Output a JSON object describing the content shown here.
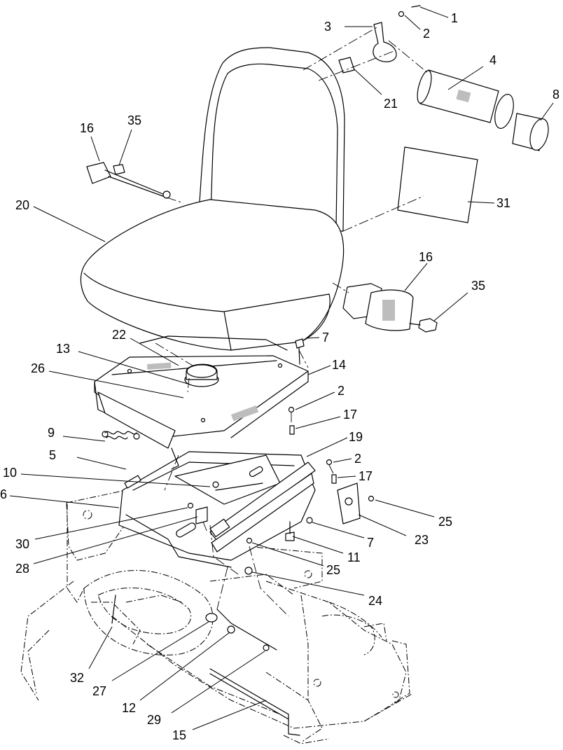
{
  "diagram": {
    "callouts": [
      {
        "id": "c1",
        "label": "1"
      },
      {
        "id": "c2a",
        "label": "2"
      },
      {
        "id": "c3",
        "label": "3"
      },
      {
        "id": "c4",
        "label": "4"
      },
      {
        "id": "c8",
        "label": "8"
      },
      {
        "id": "c21",
        "label": "21"
      },
      {
        "id": "c16a",
        "label": "16"
      },
      {
        "id": "c35a",
        "label": "35"
      },
      {
        "id": "c20",
        "label": "20"
      },
      {
        "id": "c31",
        "label": "31"
      },
      {
        "id": "c16b",
        "label": "16"
      },
      {
        "id": "c35b",
        "label": "35"
      },
      {
        "id": "c22",
        "label": "22"
      },
      {
        "id": "c7a",
        "label": "7"
      },
      {
        "id": "c13",
        "label": "13"
      },
      {
        "id": "c14",
        "label": "14"
      },
      {
        "id": "c26",
        "label": "26"
      },
      {
        "id": "c2b",
        "label": "2"
      },
      {
        "id": "c17a",
        "label": "17"
      },
      {
        "id": "c9",
        "label": "9"
      },
      {
        "id": "c19",
        "label": "19"
      },
      {
        "id": "c5",
        "label": "5"
      },
      {
        "id": "c2c",
        "label": "2"
      },
      {
        "id": "c17b",
        "label": "17"
      },
      {
        "id": "c10",
        "label": "10"
      },
      {
        "id": "c6",
        "label": "6"
      },
      {
        "id": "c25a",
        "label": "25"
      },
      {
        "id": "c30",
        "label": "30"
      },
      {
        "id": "c7b",
        "label": "7"
      },
      {
        "id": "c23",
        "label": "23"
      },
      {
        "id": "c28",
        "label": "28"
      },
      {
        "id": "c11",
        "label": "11"
      },
      {
        "id": "c25b",
        "label": "25"
      },
      {
        "id": "c24",
        "label": "24"
      },
      {
        "id": "c32",
        "label": "32"
      },
      {
        "id": "c27",
        "label": "27"
      },
      {
        "id": "c12",
        "label": "12"
      },
      {
        "id": "c29",
        "label": "29"
      },
      {
        "id": "c15",
        "label": "15"
      }
    ]
  }
}
